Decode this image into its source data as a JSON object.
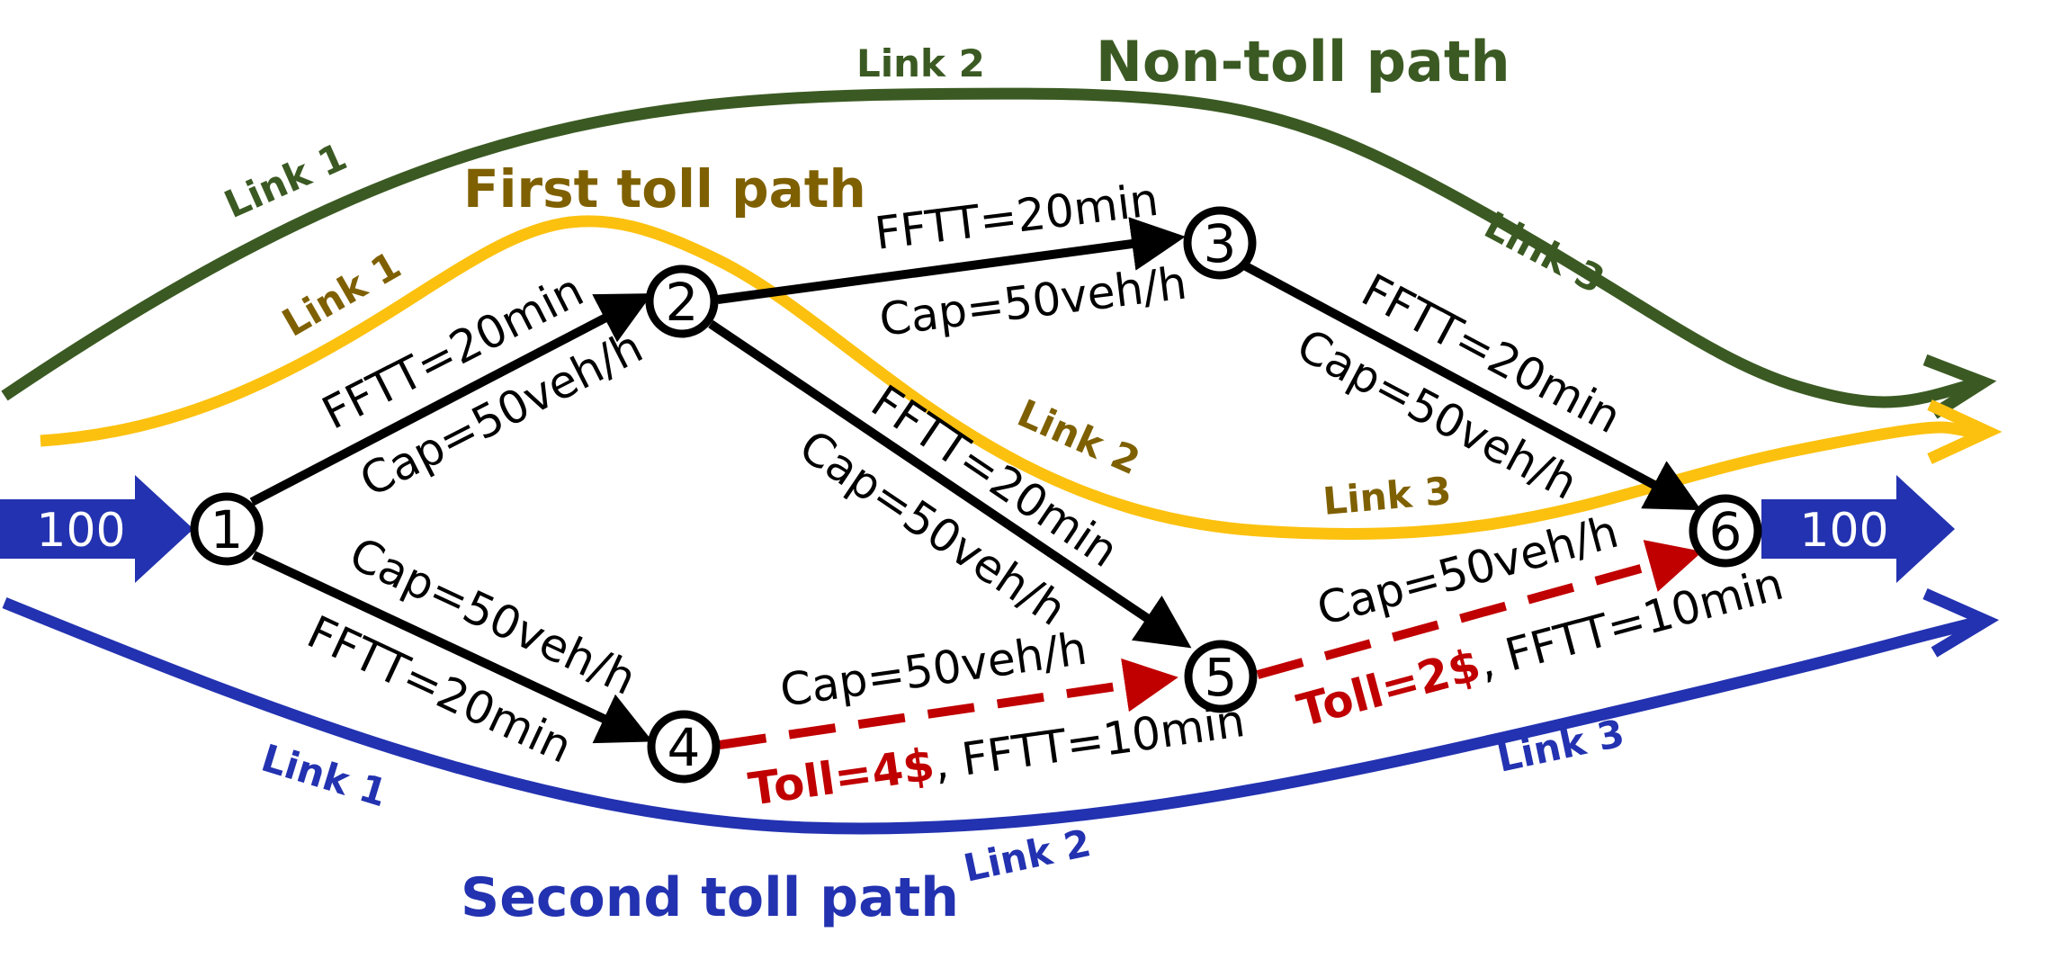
{
  "colors": {
    "non_toll": "#3b5a23",
    "first_toll": "#fcc10f",
    "first_toll_text": "#7f6000",
    "second_toll": "#2332b0",
    "toll_link": "#c00000",
    "network_link": "#000000"
  },
  "paths": {
    "non_toll": {
      "title": "Non-toll path",
      "links": [
        "Link 1",
        "Link 2",
        "Link 3"
      ]
    },
    "first_toll": {
      "title": "First toll path",
      "links": [
        "Link 1",
        "Link 2",
        "Link 3"
      ]
    },
    "second_toll": {
      "title": "Second toll path",
      "links": [
        "Link 1",
        "Link 2",
        "Link 3"
      ]
    }
  },
  "nodes": [
    "1",
    "2",
    "3",
    "4",
    "5",
    "6"
  ],
  "demand": {
    "in": "100",
    "out": "100"
  },
  "links": {
    "l12": {
      "fftt": "FFTT=20min",
      "cap": "Cap=50veh/h"
    },
    "l23": {
      "fftt": "FFTT=20min",
      "cap": "Cap=50veh/h"
    },
    "l36": {
      "fftt": "FFTT=20min",
      "cap": "Cap=50veh/h"
    },
    "l25": {
      "fftt": "FFTT=20min",
      "cap": "Cap=50veh/h"
    },
    "l14": {
      "fftt": "FFTT=20min",
      "cap": "Cap=50veh/h"
    },
    "l45": {
      "toll": "Toll=4$",
      "fftt": ", FFTT=10min",
      "cap": "Cap=50veh/h"
    },
    "l56": {
      "toll": "Toll=2$",
      "fftt": ", FFTT=10min",
      "cap": "Cap=50veh/h"
    }
  }
}
